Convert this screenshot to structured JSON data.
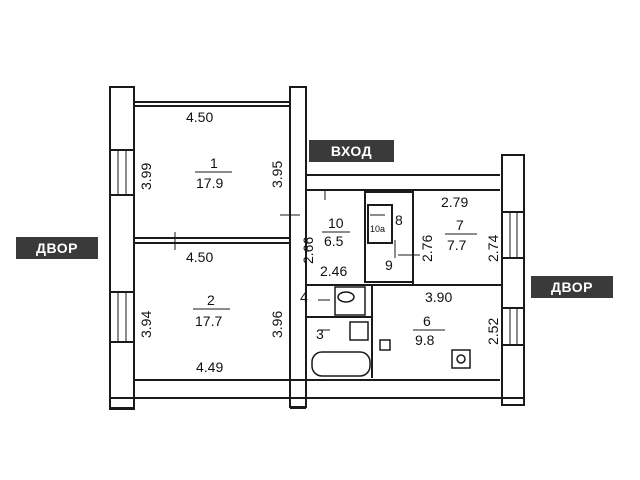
{
  "labels": {
    "entrance": "ВХОД",
    "yard_left": "ДВОР",
    "yard_right": "ДВОР"
  },
  "rooms": [
    {
      "num": "1",
      "area": "17.9"
    },
    {
      "num": "2",
      "area": "17.7"
    },
    {
      "num": "3"
    },
    {
      "num": "4"
    },
    {
      "num": "6",
      "area": "9.8"
    },
    {
      "num": "7",
      "area": "7.7"
    },
    {
      "num": "8"
    },
    {
      "num": "9"
    },
    {
      "num": "10",
      "area": "6.5"
    },
    {
      "num": "10a"
    }
  ],
  "dimensions": {
    "r1_top": "4.50",
    "r1_left": "3.99",
    "r1_right": "3.95",
    "r2_top": "4.50",
    "r2_left": "3.94",
    "r2_right": "3.96",
    "r2_bottom": "4.49",
    "r10_left": "2.66",
    "r10_bottom": "2.46",
    "r7_top": "2.79",
    "r7_left": "2.76",
    "r7_right": "2.74",
    "r6_top": "3.90",
    "r6_right": "2.52"
  },
  "colors": {
    "wall": "#1a1a1a",
    "tag_bg": "#3a3a3a",
    "tag_text": "#ffffff"
  }
}
